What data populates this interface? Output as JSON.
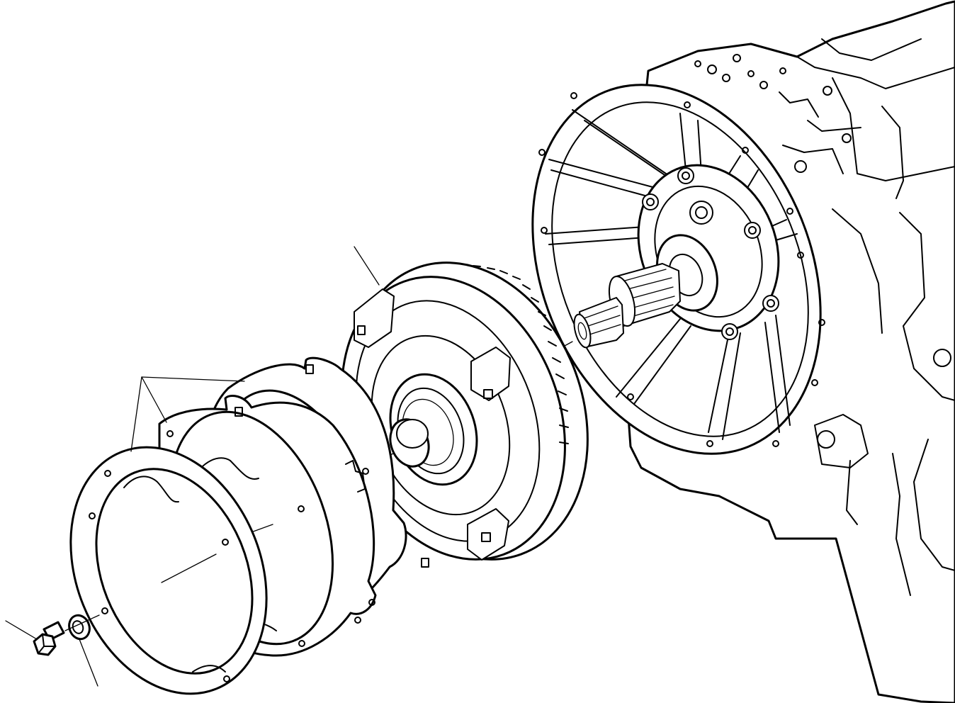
{
  "figure": {
    "kind": "exploded-parts-illustration",
    "parts": [
      {
        "name": "transmission-housing"
      },
      {
        "name": "torque-converter"
      },
      {
        "name": "drive-plate-outer"
      },
      {
        "name": "drive-plate-inner"
      },
      {
        "name": "bolt"
      },
      {
        "name": "washer"
      }
    ],
    "leader_lines": 4,
    "line_color": "#000000",
    "background": "#ffffff"
  }
}
